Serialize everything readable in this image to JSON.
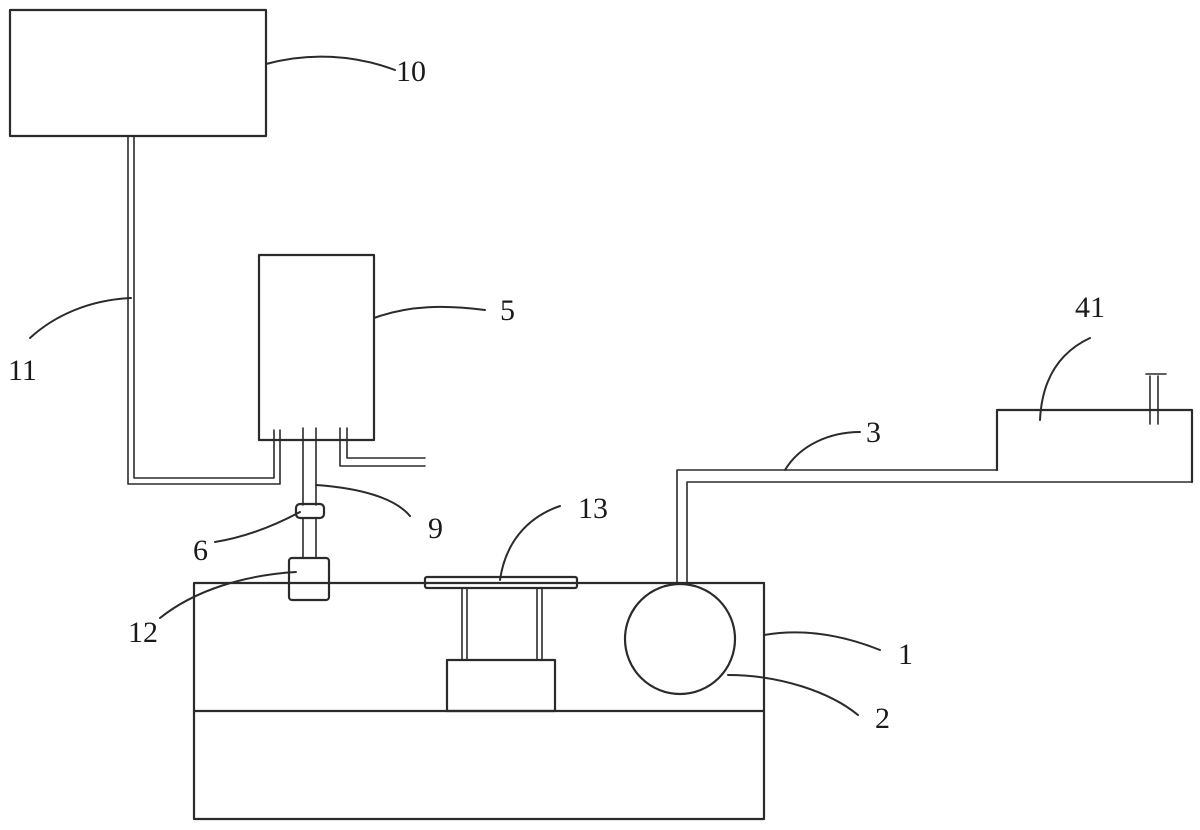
{
  "labels": {
    "part_10": "10",
    "part_11": "11",
    "part_5": "5",
    "part_41": "41",
    "part_3": "3",
    "part_9": "9",
    "part_6": "6",
    "part_13": "13",
    "part_12": "12",
    "part_1": "1",
    "part_2": "2"
  }
}
